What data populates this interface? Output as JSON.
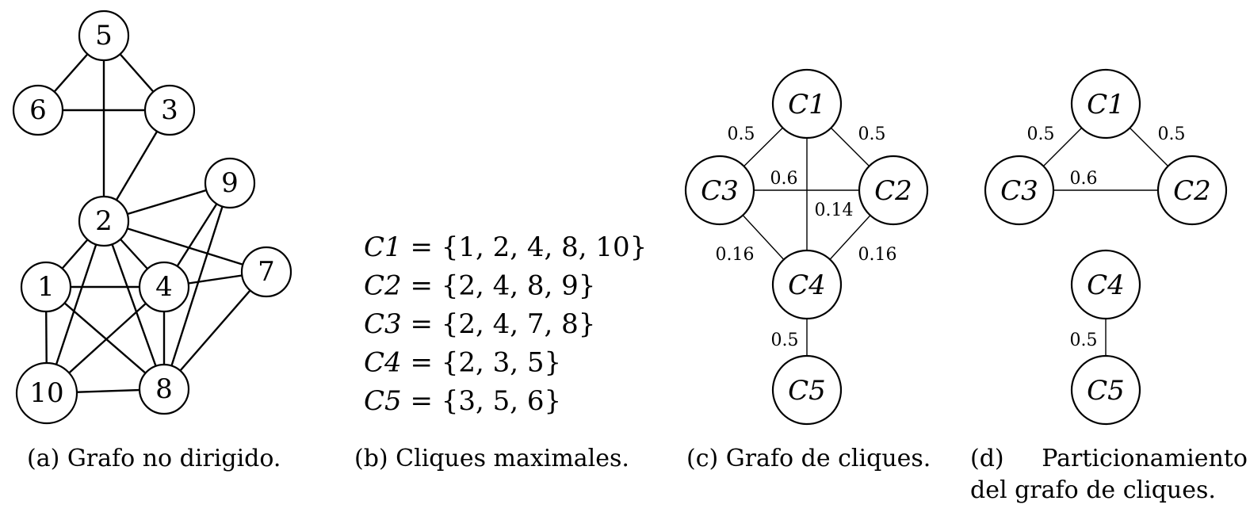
{
  "panel_a": {
    "caption": "(a) Grafo no dirigido.",
    "nodes": [
      "1",
      "2",
      "3",
      "4",
      "5",
      "6",
      "7",
      "8",
      "9",
      "10"
    ],
    "edges": [
      [
        "5",
        "6"
      ],
      [
        "5",
        "3"
      ],
      [
        "6",
        "3"
      ],
      [
        "5",
        "2"
      ],
      [
        "3",
        "2"
      ],
      [
        "2",
        "9"
      ],
      [
        "2",
        "7"
      ],
      [
        "2",
        "1"
      ],
      [
        "2",
        "4"
      ],
      [
        "2",
        "10"
      ],
      [
        "2",
        "8"
      ],
      [
        "1",
        "4"
      ],
      [
        "1",
        "10"
      ],
      [
        "1",
        "8"
      ],
      [
        "4",
        "9"
      ],
      [
        "4",
        "7"
      ],
      [
        "4",
        "10"
      ],
      [
        "4",
        "8"
      ],
      [
        "9",
        "8"
      ],
      [
        "7",
        "8"
      ],
      [
        "10",
        "8"
      ]
    ]
  },
  "panel_b": {
    "caption": "(b) Cliques maximales.",
    "cliques": [
      {
        "label": "C1",
        "members": "{1, 2, 4, 8, 10}"
      },
      {
        "label": "C2",
        "members": "{2, 4, 8, 9}"
      },
      {
        "label": "C3",
        "members": "{2, 4, 7, 8}"
      },
      {
        "label": "C4",
        "members": "{2, 3, 5}"
      },
      {
        "label": "C5",
        "members": "{3, 5, 6}"
      }
    ]
  },
  "panel_c": {
    "caption": "(c) Grafo de cliques.",
    "nodes": [
      "C1",
      "C2",
      "C3",
      "C4",
      "C5"
    ],
    "edges": [
      {
        "from": "C1",
        "to": "C3",
        "weight": "0.5"
      },
      {
        "from": "C1",
        "to": "C2",
        "weight": "0.5"
      },
      {
        "from": "C3",
        "to": "C2",
        "weight": "0.6"
      },
      {
        "from": "C1",
        "to": "C4",
        "weight": "0.14"
      },
      {
        "from": "C3",
        "to": "C4",
        "weight": "0.16"
      },
      {
        "from": "C2",
        "to": "C4",
        "weight": "0.16"
      },
      {
        "from": "C4",
        "to": "C5",
        "weight": "0.5"
      }
    ]
  },
  "panel_d": {
    "caption_line1": "(d)     Particionamiento",
    "caption_line2": "del grafo de cliques.",
    "nodes": [
      "C1",
      "C2",
      "C3",
      "C4",
      "C5"
    ],
    "edges": [
      {
        "from": "C1",
        "to": "C3",
        "weight": "0.5"
      },
      {
        "from": "C1",
        "to": "C2",
        "weight": "0.5"
      },
      {
        "from": "C3",
        "to": "C2",
        "weight": "0.6"
      },
      {
        "from": "C4",
        "to": "C5",
        "weight": "0.5"
      }
    ]
  }
}
